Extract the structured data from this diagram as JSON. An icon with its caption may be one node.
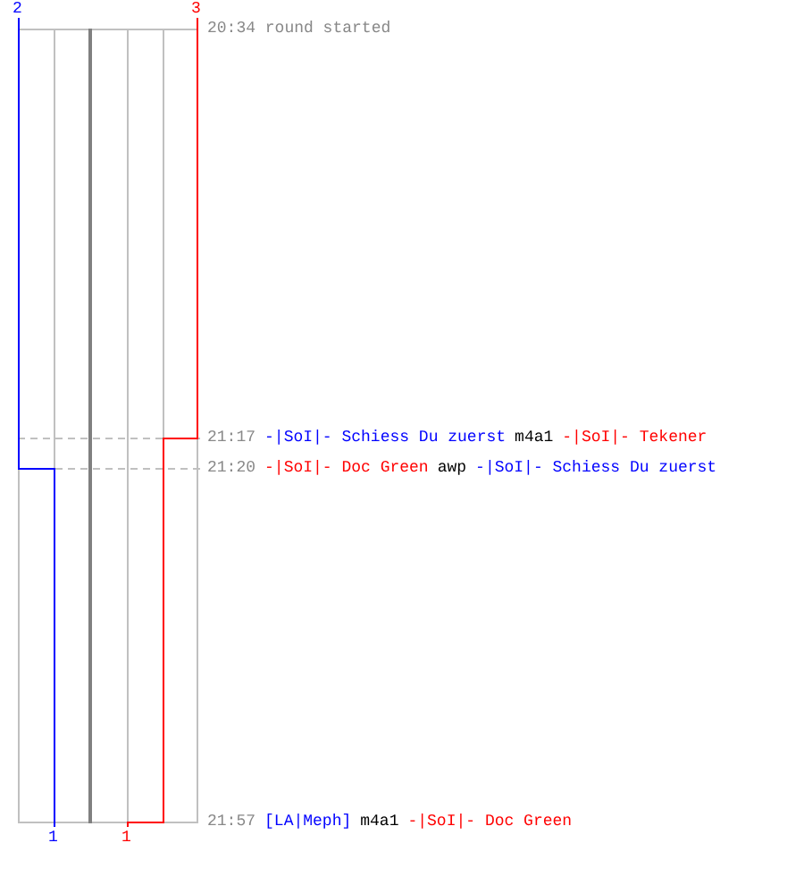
{
  "diagram": {
    "labels": [
      "2",
      "3",
      "20:34 round started",
      "21:17",
      "-|SoI|- Schiess Du zuerst",
      "m4a1",
      "-|SoI|- Tekener",
      "21:20",
      "-|SoI|- Doc Green",
      "awp",
      "-|SoI|- Schiess Du zuerst",
      "21:57",
      "[LA|Meph]",
      "m4a1",
      "-|SoI|- Doc Green",
      "1",
      "1"
    ]
  }
}
